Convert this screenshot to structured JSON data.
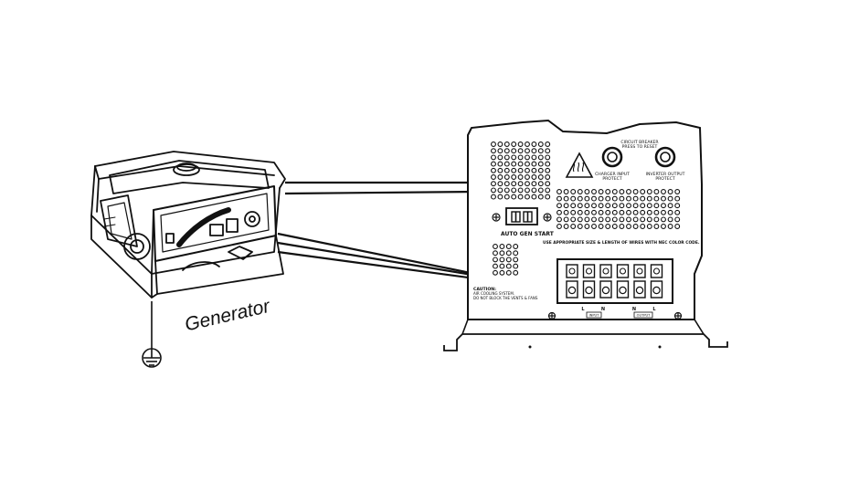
{
  "generator": {
    "label": "Generator"
  },
  "inverter": {
    "circuit_breaker_line1": "CIRCUIT BREAKER",
    "circuit_breaker_line2": "PRESS TO RESET",
    "charger_input_line1": "CHARGER INPUT",
    "charger_input_line2": "PROTECT",
    "inverter_output_line1": "INVERTER OUTPUT",
    "inverter_output_line2": "PROTECT",
    "auto_gen_start": "AUTO GEN START",
    "wire_notice": "USE APPROPRIATE SIZE & LENGTH OF WIRES WITH NEC COLOR CODE.",
    "caution_title": "CAUTION:",
    "caution_line1": "AIR COOLING SYSTEM.",
    "caution_line2": "DO NOT BLOCK THE VENTS & FANS",
    "terminal_labels": [
      "L",
      "N",
      "N",
      "L"
    ],
    "input_label": "INPUT",
    "output_label": "OUTPUT"
  },
  "colors": {
    "line": "#111111",
    "background": "#ffffff"
  }
}
